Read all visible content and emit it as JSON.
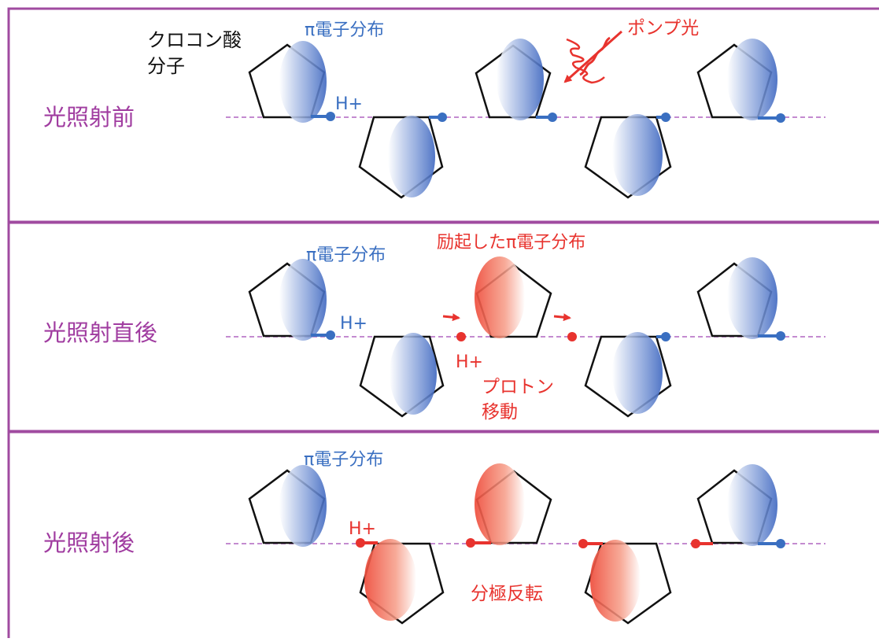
{
  "colors": {
    "frame": "#a04ba0",
    "stage_label": "#a03ca0",
    "blue": "#3a6fc1",
    "red": "#e8332e",
    "black": "#111111",
    "dash": "#c48bd0"
  },
  "panels": [
    {
      "stage_label": "光照射前",
      "labels": {
        "molecule": [
          "クロコン酸",
          "分子"
        ],
        "pi": "π電子分布",
        "proton": "H+",
        "pump": "ポンプ光"
      }
    },
    {
      "stage_label": "光照射直後",
      "labels": {
        "pi": "π電子分布",
        "excited": "励起したπ電子分布",
        "proton_blue": "H+",
        "proton_red": "H+",
        "transfer": [
          "プロトン",
          "移動"
        ]
      }
    },
    {
      "stage_label": "光照射後",
      "labels": {
        "pi": "π電子分布",
        "proton": "H+",
        "reversal": "分極反転"
      }
    }
  ]
}
